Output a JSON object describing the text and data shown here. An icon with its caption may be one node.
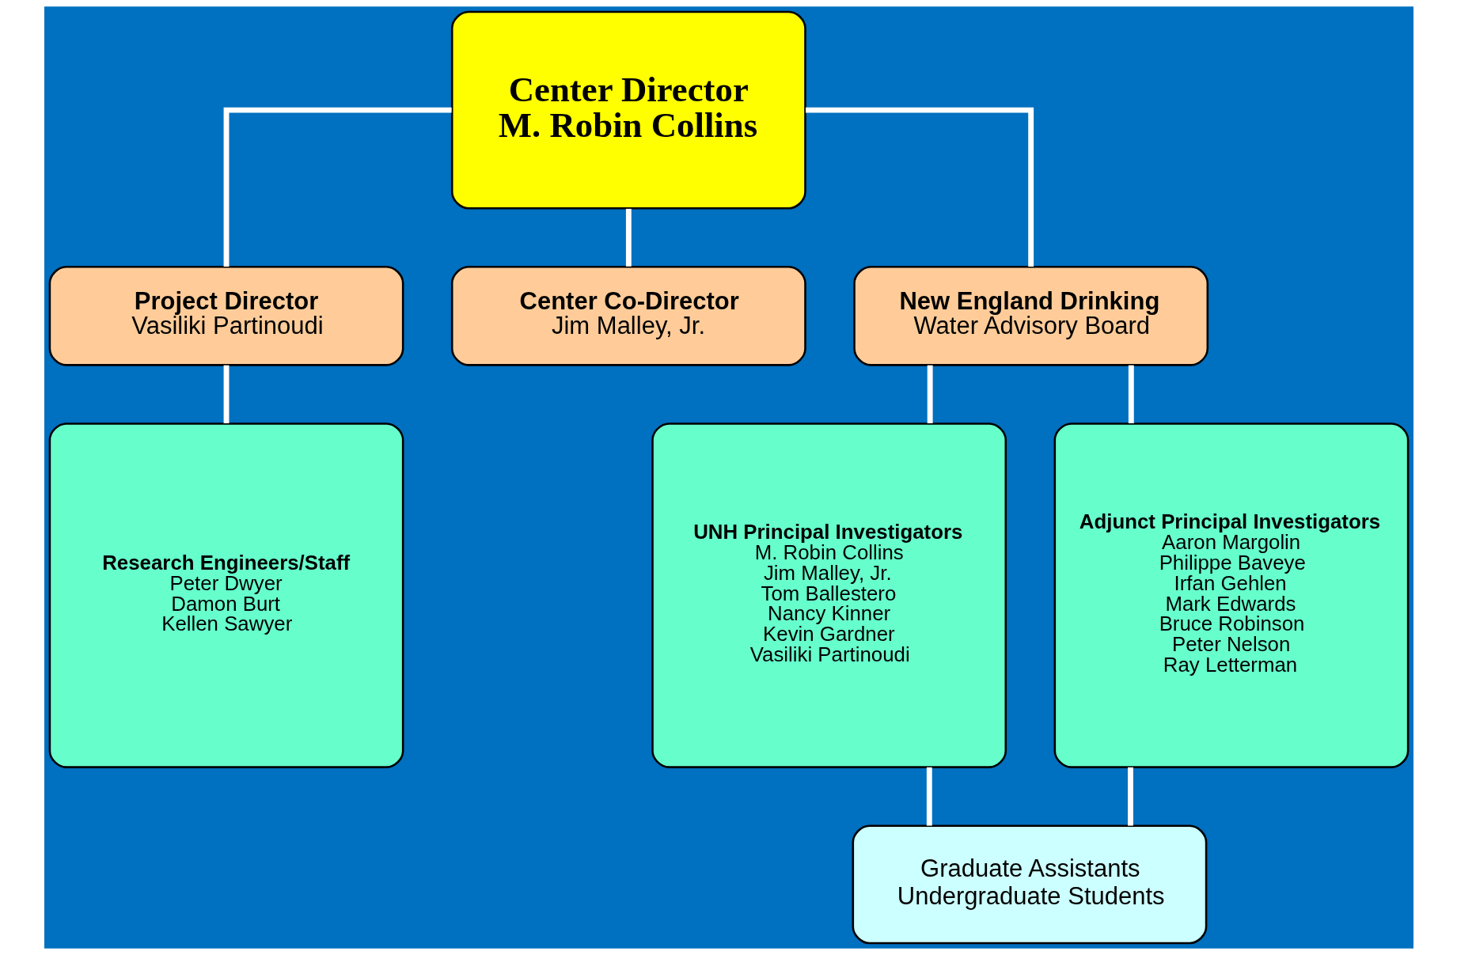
{
  "diagram": {
    "nodes": [
      {
        "text": [
          "Center Director",
          "M. Robin Collins"
        ]
      },
      {
        "text": [
          "Project Director",
          "Vasiliki Partinoudi"
        ]
      },
      {
        "text": [
          "Center Co-Director",
          "Jim Malley, Jr."
        ]
      },
      {
        "text": [
          "New England Drinking",
          "Water Advisory Board"
        ]
      },
      {
        "text": [
          "Research Engineers/Staff",
          "Peter Dwyer",
          "Damon Burt",
          "Kellen Sawyer"
        ]
      },
      {
        "text": [
          "UNH Principal Investigators",
          "M. Robin Collins",
          "Jim Malley, Jr.",
          "Tom Ballestero",
          "Nancy Kinner",
          "Kevin Gardner",
          "Vasiliki Partinoudi"
        ]
      },
      {
        "text": [
          "Adjunct Principal Investigators",
          "Aaron Margolin",
          "Philippe Baveye",
          "Irfan Gehlen",
          "Mark Edwards",
          "Bruce Robinson",
          "Peter Nelson",
          "Ray Letterman"
        ]
      },
      {
        "text": [
          "Graduate Assistants",
          "Undergraduate Students"
        ]
      }
    ],
    "edges": [
      {
        "from": 0,
        "to": 1,
        "arrow": "none"
      },
      {
        "from": 0,
        "to": 2,
        "arrow": "none"
      },
      {
        "from": 0,
        "to": 3,
        "arrow": "none"
      },
      {
        "from": 1,
        "to": 4,
        "arrow": "none"
      },
      {
        "from": 3,
        "to": 5,
        "arrow": "none"
      },
      {
        "from": 3,
        "to": 6,
        "arrow": "none"
      },
      {
        "from": 5,
        "to": 7,
        "arrow": "none"
      },
      {
        "from": 6,
        "to": 7,
        "arrow": "none"
      }
    ]
  }
}
